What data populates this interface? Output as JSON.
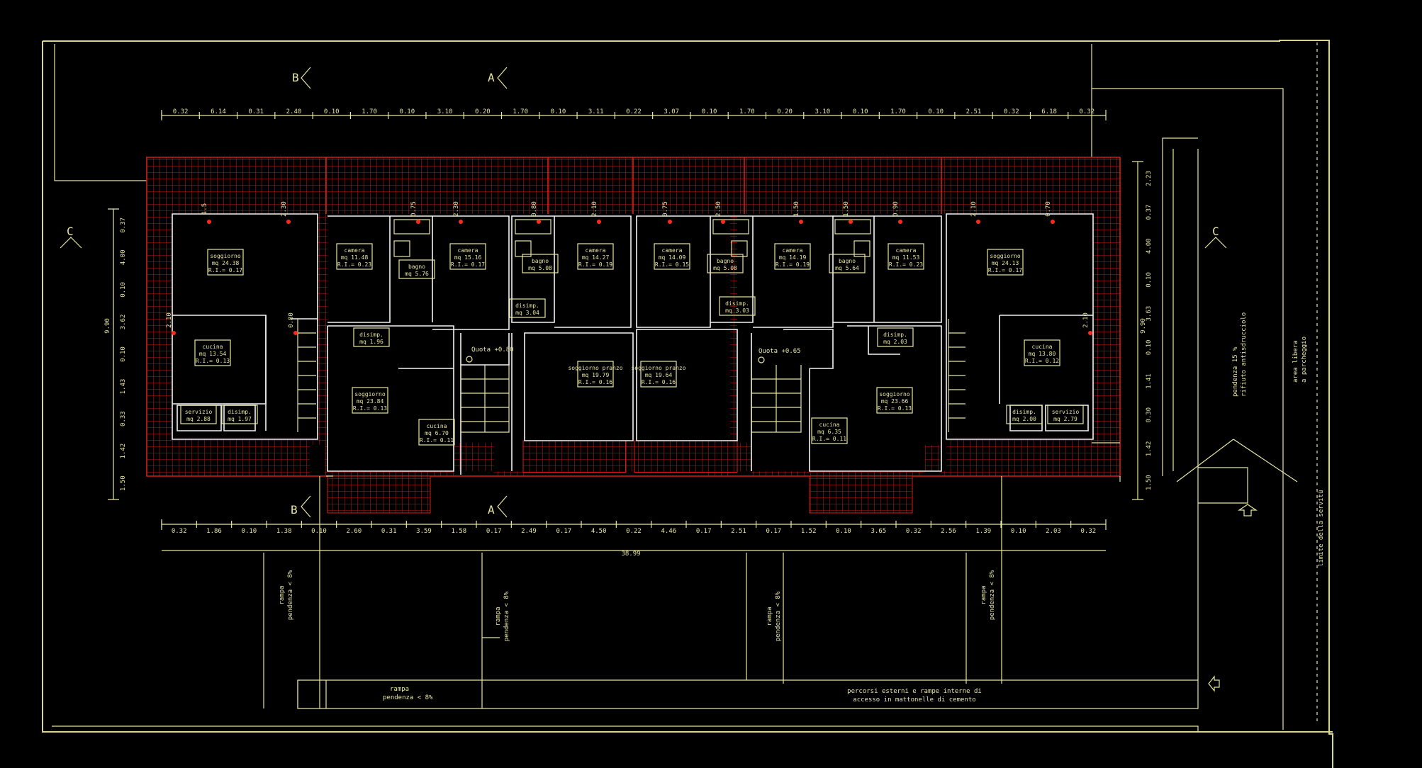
{
  "section_markers": [
    {
      "id": "B-top",
      "label": "B"
    },
    {
      "id": "A-top",
      "label": "A"
    },
    {
      "id": "C-left",
      "label": "C"
    },
    {
      "id": "C-right",
      "label": "C"
    },
    {
      "id": "B-bottom",
      "label": "B"
    },
    {
      "id": "A-bottom",
      "label": "A"
    }
  ],
  "top_dims": [
    "0.32",
    "6.14",
    "0.31",
    "2.40",
    "0.10",
    "1.70",
    "0.10",
    "3.10",
    "0.20",
    "1.70",
    "0.10",
    "3.11",
    "0.22",
    "3.07",
    "0.10",
    "1.70",
    "0.20",
    "3.10",
    "0.10",
    "1.70",
    "0.10",
    "2.51",
    "0.32",
    "6.18",
    "0.32"
  ],
  "bottom_dims": [
    "0.32",
    "1.86",
    "0.10",
    "1.38",
    "0.10",
    "2.60",
    "0.31",
    "3.59",
    "1.58",
    "0.17",
    "2.49",
    "0.17",
    "4.50",
    "0.22",
    "4.46",
    "0.17",
    "2.51",
    "0.17",
    "1.52",
    "0.10",
    "3.65",
    "0.32",
    "2.56",
    "1.39",
    "0.10",
    "2.03",
    "0.32"
  ],
  "total_length": "38.99",
  "left_dims": [
    "0.37",
    "4.00",
    "0.10",
    "3.62",
    "0.10",
    "1.43",
    "0.33",
    "1.42",
    "1.50"
  ],
  "left_total": "9.90",
  "right_dims": [
    "2.23",
    "0.37",
    "4.00",
    "0.10",
    "3.63",
    "0.10",
    "1.41",
    "0.30",
    "1.42",
    "1.50"
  ],
  "right_total": "9.90",
  "rooms": [
    {
      "name": "soggiorno",
      "area": "mq 24.38",
      "ri": "R.I.= 0.17"
    },
    {
      "name": "cucina",
      "area": "mq 13.54",
      "ri": "R.I.= 0.13"
    },
    {
      "name": "servizio",
      "area": "mq 2.88"
    },
    {
      "name": "disimp.",
      "area": "mq 1.97"
    },
    {
      "name": "camera",
      "area": "mq 11.48",
      "ri": "R.I.= 0.23"
    },
    {
      "name": "bagno",
      "area": "mq 5.76"
    },
    {
      "name": "camera",
      "area": "mq 15.16",
      "ri": "R.I.= 0.17"
    },
    {
      "name": "disimp.",
      "area": "mq 1.96"
    },
    {
      "name": "soggiorno",
      "area": "mq 23.84",
      "ri": "R.I.= 0.13"
    },
    {
      "name": "cucina",
      "area": "mq 6.70",
      "ri": "R.I.= 0.11"
    },
    {
      "name": "bagno",
      "area": "mq 5.08"
    },
    {
      "name": "disimp.",
      "area": "mq 3.04"
    },
    {
      "name": "camera",
      "area": "mq 14.27",
      "ri": "R.I.= 0.19"
    },
    {
      "name": "soggiorno pranzo",
      "area": "mq 19.79",
      "ri": "R.I.= 0.16"
    },
    {
      "name": "camera",
      "area": "mq 14.09",
      "ri": "R.I.= 0.15"
    },
    {
      "name": "bagno",
      "area": "mq 5.08"
    },
    {
      "name": "disimp.",
      "area": "mq 3.03"
    },
    {
      "name": "soggiorno pranzo",
      "area": "mq 19.64",
      "ri": "R.I.= 0.16"
    },
    {
      "name": "camera",
      "area": "mq 14.19",
      "ri": "R.I.= 0.19"
    },
    {
      "name": "bagno",
      "area": "mq 5.64"
    },
    {
      "name": "camera",
      "area": "mq 11.53",
      "ri": "R.I.= 0.23"
    },
    {
      "name": "disimp.",
      "area": "mq 2.03"
    },
    {
      "name": "soggiorno",
      "area": "mq 23.66",
      "ri": "R.I.= 0.13"
    },
    {
      "name": "cucina",
      "area": "mq 6.35",
      "ri": "R.I.= 0.11"
    },
    {
      "name": "soggiorno",
      "area": "mq 24.13",
      "ri": "R.I.= 0.17"
    },
    {
      "name": "cucina",
      "area": "mq 13.80",
      "ri": "R.I.= 0.12"
    },
    {
      "name": "disimp.",
      "area": "mq 2.00"
    },
    {
      "name": "servizio",
      "area": "mq 2.79"
    }
  ],
  "quotas": [
    "Quota +0.80",
    "Quota +0.65"
  ],
  "window_tags": [
    "1.5",
    "2.30",
    "0.75",
    "2.30",
    "0.80",
    "2.10",
    "0.75",
    "2.50",
    "1.50",
    "1.50",
    "0.90",
    "2.10",
    "0.70",
    "2.10",
    "0.80",
    "2.10"
  ],
  "ramp_labels": [
    {
      "line1": "rampa",
      "line2": "pendenza < 8%"
    },
    {
      "line1": "rampa",
      "line2": "pendenza < 8%"
    },
    {
      "line1": "rampa",
      "line2": "pendenza < 8%"
    },
    {
      "line1": "rampa",
      "line2": "pendenza < 8%"
    },
    {
      "line1": "rampa",
      "line2": "pendenza < 8%"
    }
  ],
  "bottom_ramp": {
    "line1": "rampa",
    "line2": "pendenza < 8%"
  },
  "access_note": {
    "line1": "percorsi esterni e rampe interne di",
    "line2": "accesso in mattonelle di cemento"
  },
  "right_ramp": {
    "line1": "pendenza 15 %",
    "line2": "rifiuto antisdrucciolo"
  },
  "area_libera": {
    "line1": "area libera",
    "line2": "a parcheggio"
  },
  "limite": "limite della servitù",
  "colors": {
    "background": "#000000",
    "lines": "#e8e6a0",
    "walls": "#f2f2f2",
    "hatch": "#d51c1c",
    "marker": "#ff2a1a"
  }
}
